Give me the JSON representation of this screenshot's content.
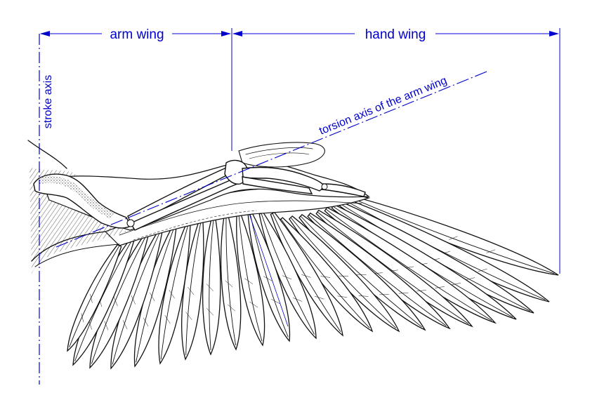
{
  "labels": {
    "arm_wing": "arm wing",
    "hand_wing": "hand wing",
    "stroke_axis": "stroke axis",
    "torsion_axis": "torsion axis of the arm wing"
  },
  "colors": {
    "annotation": "#0000cc",
    "ink": "#111111",
    "background": "#ffffff"
  }
}
